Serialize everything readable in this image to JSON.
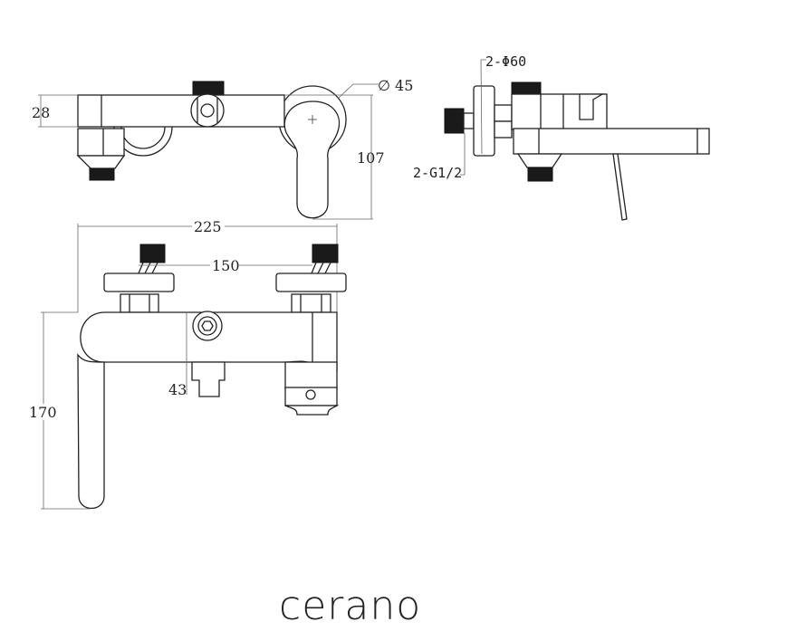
{
  "front_view": {
    "dim_height": "28",
    "dim_total_height": "107",
    "dim_diameter": "∅ 45"
  },
  "side_view": {
    "plate_label": "2-Φ60",
    "thread_label": "2-G1/2"
  },
  "top_view": {
    "dim_width": "225",
    "dim_centers": "150",
    "dim_outlet": "43",
    "dim_depth": "170"
  },
  "brand": {
    "logo": "cerano"
  }
}
